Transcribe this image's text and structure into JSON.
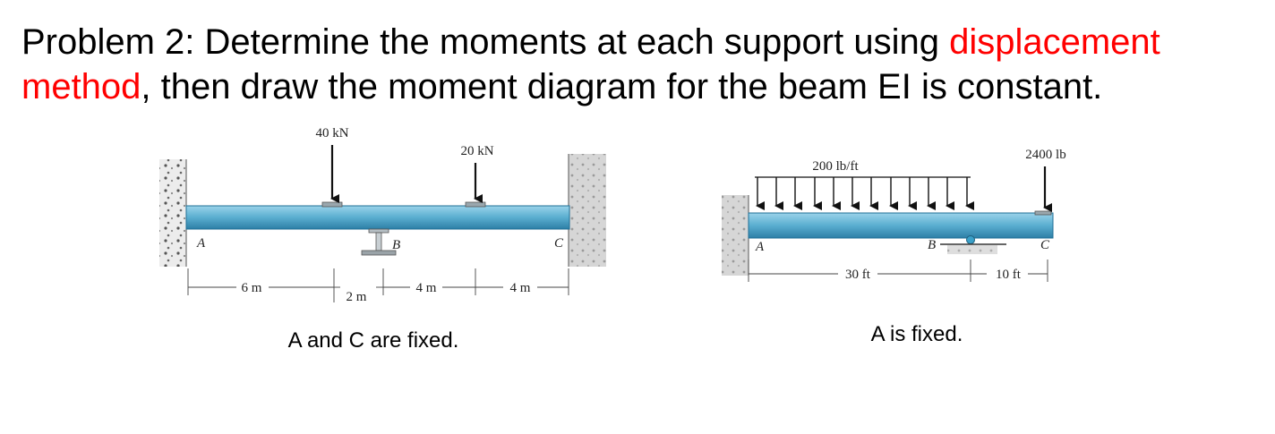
{
  "title": {
    "part1": "Problem 2:  Determine the moments at each support using ",
    "highlight1": "displacement",
    "highlight2": "method",
    "part2": ", then draw the moment diagram for the beam EI is constant."
  },
  "colors": {
    "highlight": "#ff0000",
    "beam": "#5aaed0"
  },
  "diagram1": {
    "load1": "40 kN",
    "load2": "20 kN",
    "support_a": "A",
    "support_b": "B",
    "support_c": "C",
    "dim1": "6 m",
    "dim2": "2 m",
    "dim3": "4 m",
    "dim4": "4 m",
    "caption": "A and C are fixed."
  },
  "diagram2": {
    "dist_load": "200 lb/ft",
    "point_load": "2400 lb",
    "support_a": "A",
    "support_b": "B",
    "point_c": "C",
    "dim1": "30 ft",
    "dim2": "10 ft",
    "caption": "A is fixed."
  }
}
